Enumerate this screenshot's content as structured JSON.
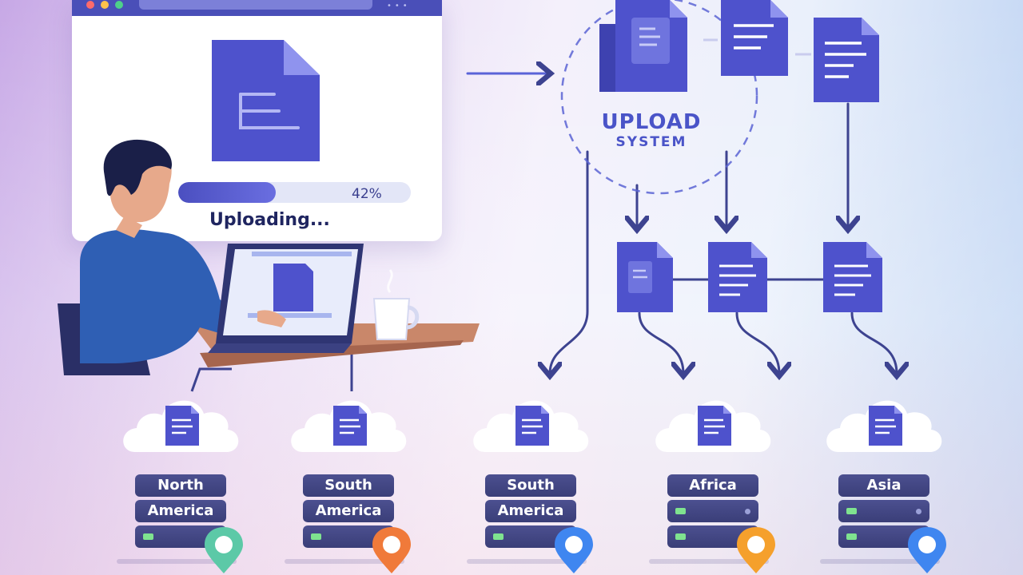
{
  "progress": {
    "percent_label": "42%",
    "value": 0.42,
    "status": "Uploading..."
  },
  "system": {
    "line1": "UPLOAD",
    "line2": "SYSTEM"
  },
  "regions": [
    {
      "line1": "North",
      "line2": "America",
      "pin_color": "#5cc9a7"
    },
    {
      "line1": "South",
      "line2": "America",
      "pin_color": "#f07a3a"
    },
    {
      "line1": "South",
      "line2": "America",
      "pin_color": "#3f86f0"
    },
    {
      "line1": "Africa",
      "line2": "",
      "pin_color": "#f5a02c"
    },
    {
      "line1": "Asia",
      "line2": "",
      "pin_color": "#3f86f0"
    }
  ],
  "colors": {
    "accent": "#4a4fc4",
    "arrow": "#3d4390",
    "file": "#4e52cc"
  },
  "icons": {
    "file": "document-icon",
    "cloud": "cloud-icon",
    "server": "server-icon",
    "pin": "location-pin-icon"
  }
}
